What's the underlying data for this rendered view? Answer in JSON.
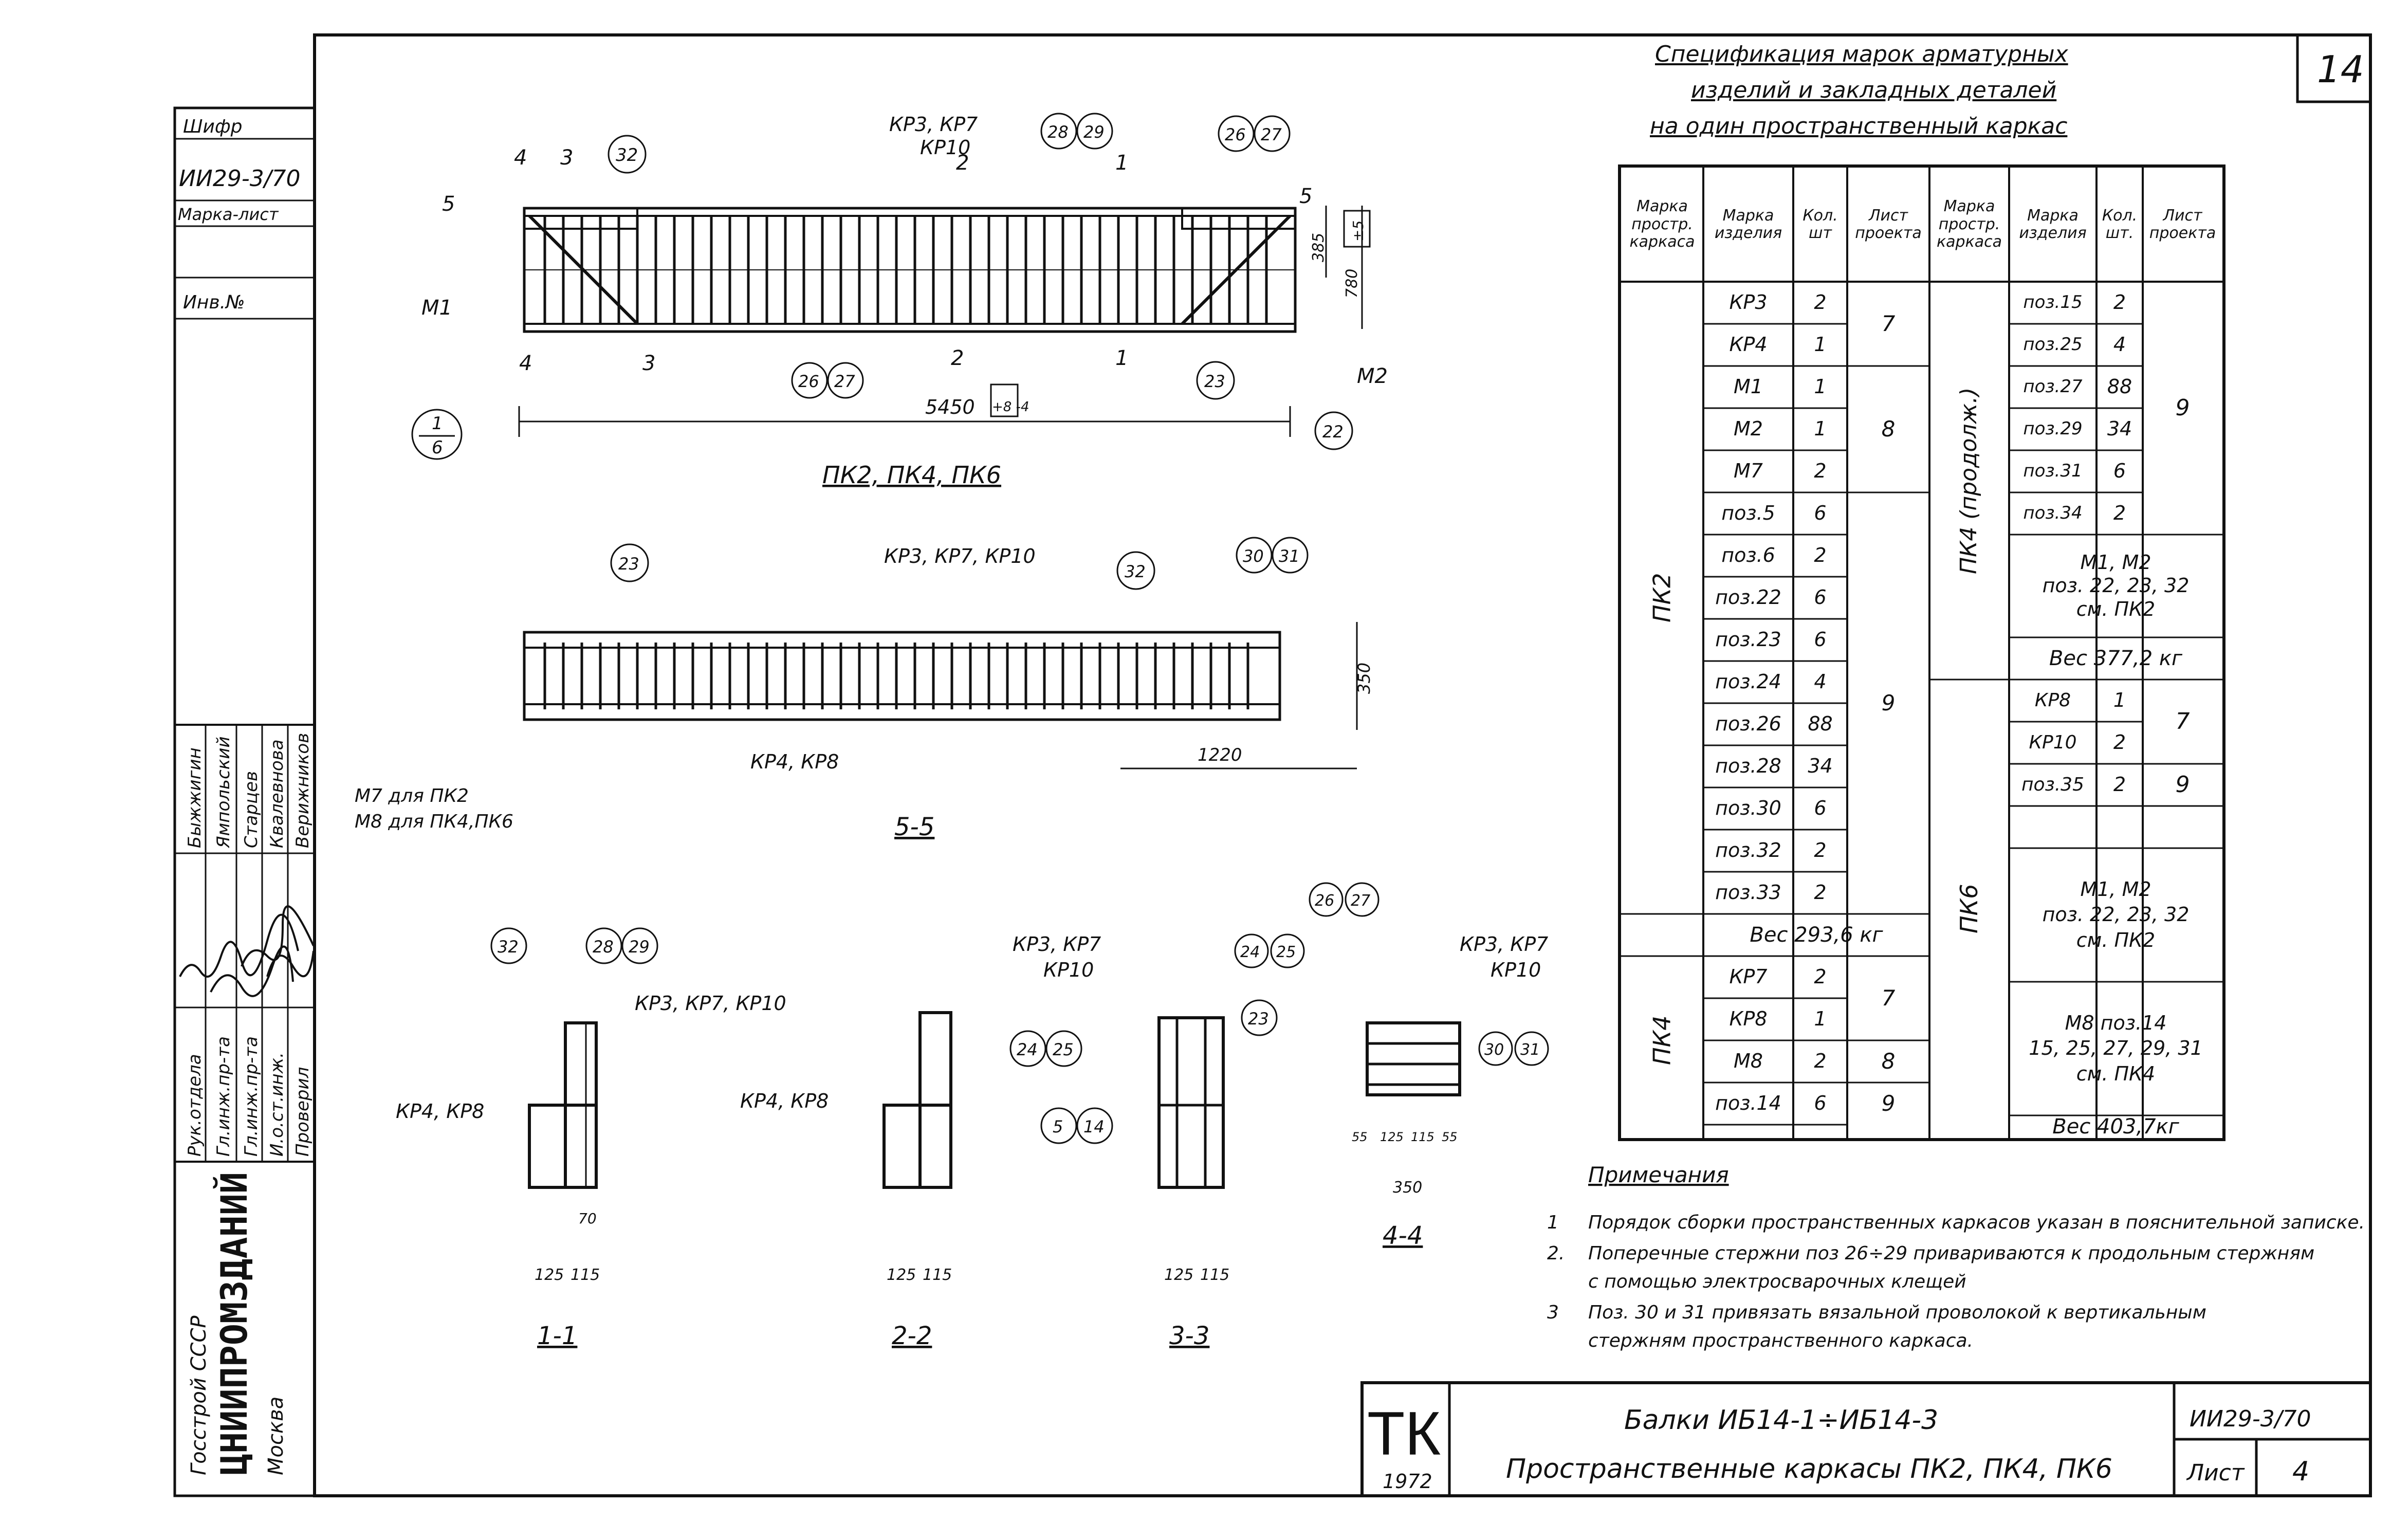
{
  "sheet": {
    "page_number": "14",
    "cipher_label": "Шифр",
    "cipher": "ИИ29-3/70",
    "mark_sheet": "Марка-лист",
    "inv_label": "Инв.№",
    "stamp_text": "ТК",
    "year": "1972",
    "title_line1": "Балки ИБ14-1÷ИБ14-3",
    "title_line2": "Пространственные каркасы ПК2, ПК4, ПК6",
    "doc_code": "ИИ29-3/70",
    "sheet_label": "Лист",
    "sheet_no": "4",
    "org1": "Госстрой СССР",
    "org2": "ЦНИИПРОМЗДАНИЙ",
    "org3": "Москва",
    "signatures": [
      {
        "role": "Рук.отдела",
        "name": "Быжжигин"
      },
      {
        "role": "Гл.инж.пр-та",
        "name": "Ямпольский"
      },
      {
        "role": "Гл.инж.пр-та",
        "name": "Старцев"
      },
      {
        "role": "И.о.ст.инж.",
        "name": "Квалевнова"
      },
      {
        "role": "Проверил",
        "name": "Верижников"
      }
    ]
  },
  "spec": {
    "title": [
      "Спецификация марок арматурных",
      "изделий и закладных деталей",
      "на один пространственный каркас"
    ],
    "headers": [
      "Марка простр. каркаса",
      "Марка изделия",
      "Кол. шт",
      "Лист проекта",
      "Марка простр. каркаса",
      "Марка изделия",
      "Кол. шт.",
      "Лист проекта"
    ],
    "left": {
      "pk2": "ПК2",
      "pk2_rows": [
        {
          "mark": "КР3",
          "qty": "2"
        },
        {
          "mark": "КР4",
          "qty": "1"
        },
        {
          "mark": "М1",
          "qty": "1"
        },
        {
          "mark": "М2",
          "qty": "1"
        },
        {
          "mark": "М7",
          "qty": "2"
        },
        {
          "mark": "поз.5",
          "qty": "6"
        },
        {
          "mark": "поз.6",
          "qty": "2"
        },
        {
          "mark": "поз.22",
          "qty": "6"
        },
        {
          "mark": "поз.23",
          "qty": "6"
        },
        {
          "mark": "поз.24",
          "qty": "4"
        },
        {
          "mark": "поз.26",
          "qty": "88"
        },
        {
          "mark": "поз.28",
          "qty": "34"
        },
        {
          "mark": "поз.30",
          "qty": "6"
        },
        {
          "mark": "поз.32",
          "qty": "2"
        },
        {
          "mark": "поз.33",
          "qty": "2"
        }
      ],
      "pk2_sheets": [
        "7",
        "8",
        "9"
      ],
      "pk2_weight": "Вес 293,6 кг",
      "pk4": "ПК4",
      "pk4_rows": [
        {
          "mark": "КР7",
          "qty": "2"
        },
        {
          "mark": "КР8",
          "qty": "1"
        },
        {
          "mark": "М8",
          "qty": "2"
        },
        {
          "mark": "поз.14",
          "qty": "6"
        }
      ],
      "pk4_sheets": [
        "7",
        "8",
        "9"
      ]
    },
    "right": {
      "pk4_cont": "ПК4 (продолж.)",
      "pk4_rows": [
        {
          "mark": "поз.15",
          "qty": "2"
        },
        {
          "mark": "поз.25",
          "qty": "4"
        },
        {
          "mark": "поз.27",
          "qty": "88"
        },
        {
          "mark": "поз.29",
          "qty": "34"
        },
        {
          "mark": "поз.31",
          "qty": "6"
        },
        {
          "mark": "поз.34",
          "qty": "2"
        }
      ],
      "pk4_sheet": "9",
      "pk4_note": [
        "М1, М2",
        "поз. 22, 23, 32",
        "см. ПК2"
      ],
      "pk4_weight": "Вес 377,2 кг",
      "pk6": "ПК6",
      "pk6_rows": [
        {
          "mark": "КР8",
          "qty": "1"
        },
        {
          "mark": "КР10",
          "qty": "2"
        },
        {
          "mark": "поз.35",
          "qty": "2"
        }
      ],
      "pk6_sheets": [
        "7",
        "9"
      ],
      "pk6_note1": [
        "М1, М2",
        "поз. 22, 23, 32",
        "см. ПК2"
      ],
      "pk6_note2": [
        "М8 поз.14",
        "15, 25, 27, 29, 31",
        "см. ПК4"
      ],
      "pk6_weight": "Вес 403,7кг"
    }
  },
  "notes": {
    "title": "Примечания",
    "items": [
      {
        "n": "1",
        "lines": [
          "Порядок сборки пространственных каркасов указан в пояснительной записке."
        ]
      },
      {
        "n": "2.",
        "lines": [
          "Поперечные стержни поз 26÷29 привариваются к продольным стержням",
          "с помощью электросварочных клещей"
        ]
      },
      {
        "n": "3",
        "lines": [
          "Поз. 30 и 31 привязать вязальной проволокой к вертикальным",
          "стержням пространственного каркаса."
        ]
      }
    ]
  },
  "drawings": {
    "elev_caption": "ПК2, ПК4, ПК6",
    "plan_caption": "5-5",
    "s1": "1-1",
    "s2": "2-2",
    "s3": "3-3",
    "s4": "4-4",
    "labels": {
      "kr3kr7": "КР3, КР7",
      "kr10": "КР10",
      "kr3kr7kr10": "КР3, КР7, КР10",
      "kr4kr8": "КР4, КР8",
      "m1": "М1",
      "m2": "М2",
      "m7": "М7 для ПК2",
      "m8": "М8 для ПК4,ПК6",
      "len": "5450",
      "tol": "+8 -4",
      "d385": "385",
      "d780": "780",
      "tol5": "±5",
      "d350": "350",
      "d1220": "1220",
      "d125": "125",
      "d115": "115",
      "d70": "70",
      "d55": "55",
      "c1": "1",
      "c2": "2",
      "c3": "3",
      "c4": "4",
      "c5": "5",
      "frac_top": "1",
      "frac_bot": "6",
      "n22": "22",
      "n23": "23",
      "n24": "24",
      "n25": "25",
      "n26": "26",
      "n27": "27",
      "n28": "28",
      "n29": "29",
      "n30": "30",
      "n31": "31",
      "n32": "32",
      "n5": "5",
      "n14": "14"
    }
  }
}
